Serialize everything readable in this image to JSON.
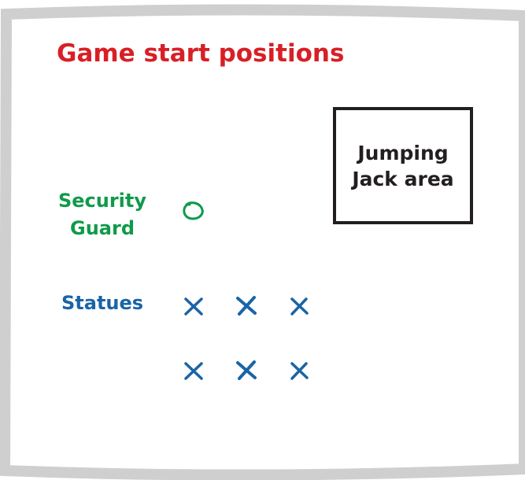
{
  "diagram": {
    "title": "Game start positions",
    "area_label": "Jumping Jack area",
    "guard_label": "Security Guard",
    "statues_label": "Statues",
    "guard_marker": "circle-marker",
    "statue_marker": "cross-marker",
    "statue_count": 6,
    "colors": {
      "title": "#d81f26",
      "guard": "#0f9a4a",
      "statues": "#1a64a6",
      "area_border": "#231f20",
      "frame": "#cfcfcf"
    }
  }
}
